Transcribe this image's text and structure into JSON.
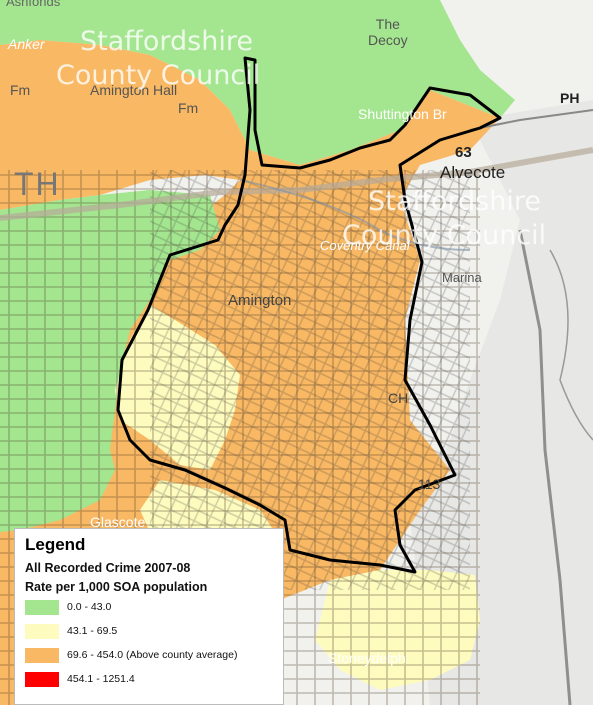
{
  "map": {
    "places": {
      "ashfords": "Ashfonds",
      "anker": "Anker",
      "decoy": "The\nDecoy",
      "fm_left": "Fm",
      "amington_hall": "Amington Hall",
      "fm_hall": "Fm",
      "ph": "PH",
      "shuttington_br": "Shuttington Br",
      "th": "TH",
      "road_63": "63",
      "alvecote": "Alvecote",
      "coventry_canal": "Coventry Canal",
      "marina": "Marina",
      "amington": "Amington",
      "ch": "CH",
      "road_113": "113",
      "glascote": "Glascote",
      "stoneydelph": "Stoneydelph"
    },
    "watermarks": [
      {
        "line1": "Staffordshire",
        "line2": "County Council"
      },
      {
        "line1": "Staffordshire",
        "line2": "County Council"
      }
    ]
  },
  "legend": {
    "title": "Legend",
    "subtitle1": "All Recorded Crime 2007-08",
    "subtitle2": "Rate per 1,000 SOA population",
    "items": [
      {
        "label": "0.0 - 43.0",
        "color": "#a3e68f"
      },
      {
        "label": "43.1 - 69.5",
        "color": "#fdfbbd"
      },
      {
        "label": "69.6 - 454.0 (Above county average)",
        "color": "#f9b863"
      },
      {
        "label": "454.1 - 1251.4",
        "color": "#ff0000"
      }
    ]
  },
  "colors": {
    "low": "#a3e68f",
    "medium": "#fdfbbd",
    "high": "#f9b863",
    "very_high": "#ff0000",
    "boundary": "#000000"
  }
}
